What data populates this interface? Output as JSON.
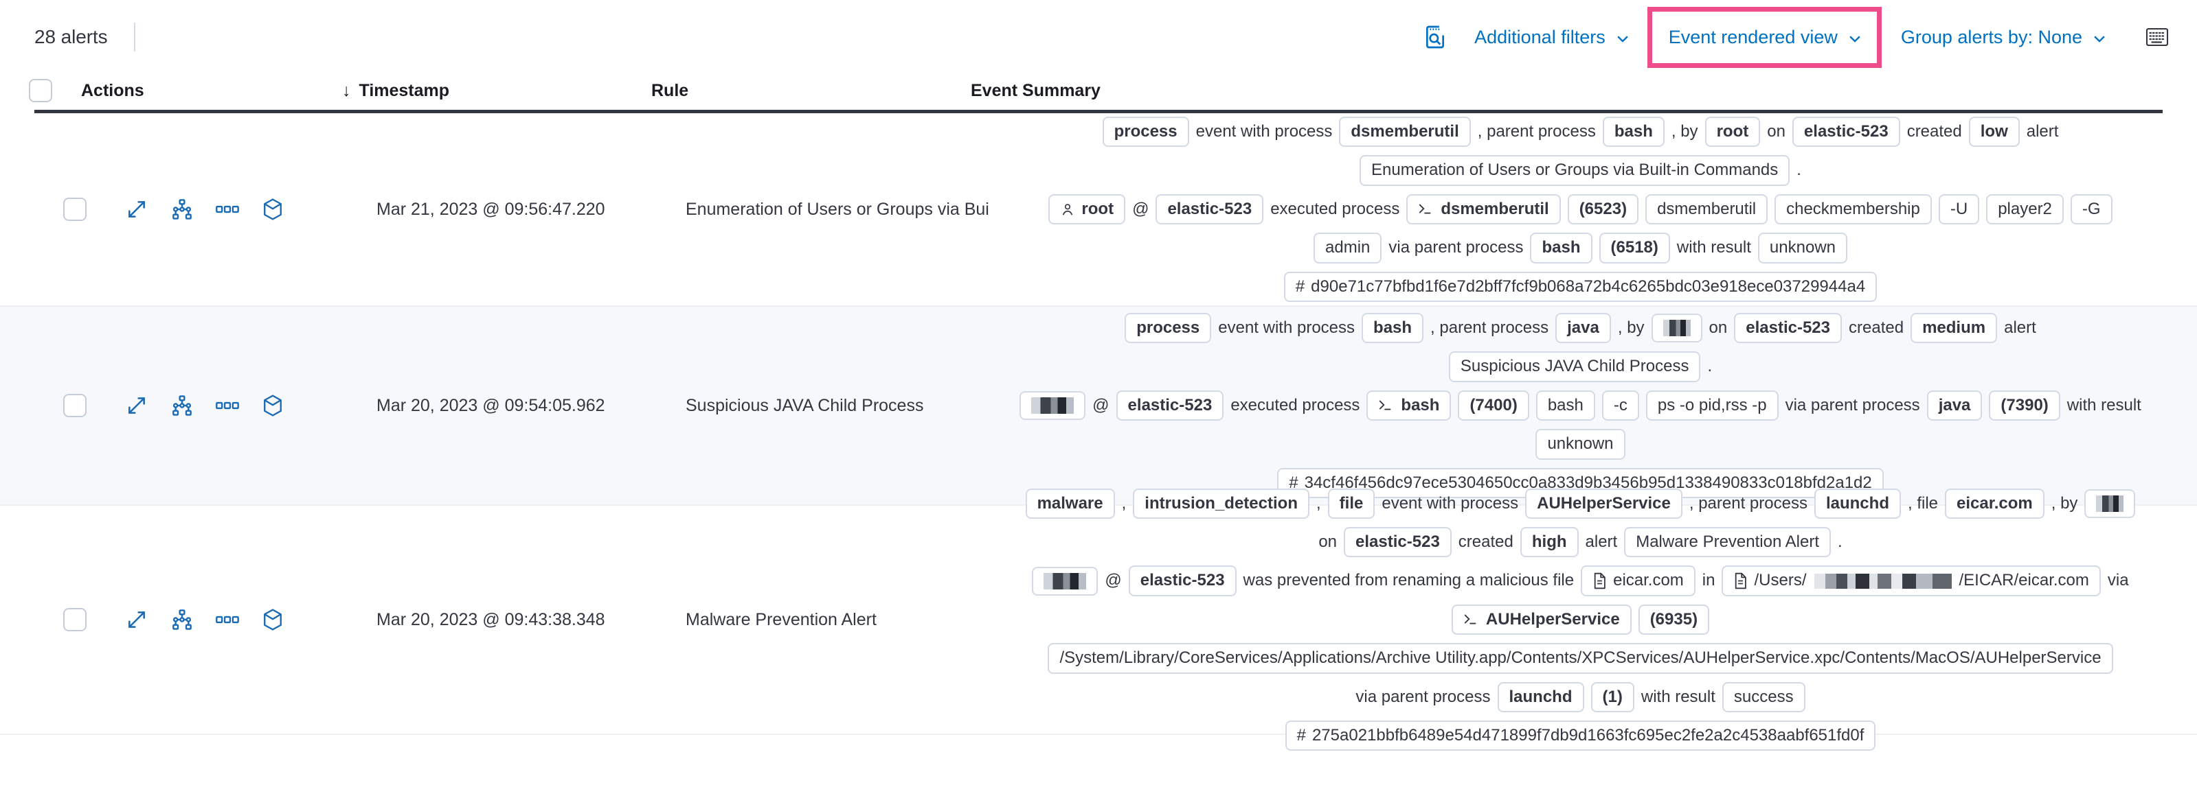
{
  "toolbar": {
    "alerts_count": "28 alerts",
    "inspect_icon": "inspect-icon",
    "additional_filters": "Additional filters",
    "event_rendered_view": "Event rendered view",
    "group_alerts_by": "Group alerts by: None",
    "keyboard_icon": "keyboard-shortcuts-icon",
    "highlight_color": "#ee4c8a",
    "link_color": "#0071c2"
  },
  "table": {
    "columns": {
      "actions": "Actions",
      "timestamp": "Timestamp",
      "timestamp_sort": "↓",
      "rule": "Rule",
      "event_summary": "Event Summary"
    },
    "rows": [
      {
        "timestamp": "Mar 21, 2023 @ 09:56:47.220",
        "rule": "Enumeration of Users or Groups via Bui",
        "lines": [
          [
            {
              "t": "chip",
              "v": "process",
              "b": true
            },
            {
              "t": "txt",
              "v": "event with process"
            },
            {
              "t": "chip",
              "v": "dsmemberutil",
              "b": true
            },
            {
              "t": "txt",
              "v": ", parent process"
            },
            {
              "t": "chip",
              "v": "bash",
              "b": true
            },
            {
              "t": "txt",
              "v": ", by"
            },
            {
              "t": "chip",
              "v": "root",
              "b": true
            },
            {
              "t": "txt",
              "v": "on"
            },
            {
              "t": "chip",
              "v": "elastic-523",
              "b": true
            },
            {
              "t": "txt",
              "v": "created"
            },
            {
              "t": "chip",
              "v": "low",
              "b": true
            },
            {
              "t": "txt",
              "v": "alert"
            }
          ],
          [
            {
              "t": "chip",
              "v": "Enumeration of Users or Groups via Built-in Commands"
            },
            {
              "t": "txt",
              "v": "."
            }
          ],
          [
            {
              "t": "chip",
              "v": "root",
              "icon": "user-icon",
              "b": true
            },
            {
              "t": "txt",
              "v": "@"
            },
            {
              "t": "chip",
              "v": "elastic-523",
              "b": true
            },
            {
              "t": "txt",
              "v": "executed process"
            },
            {
              "t": "chip",
              "v": "dsmemberutil",
              "icon": "console-icon",
              "b": true
            },
            {
              "t": "chip",
              "v": "(6523)",
              "b": true
            },
            {
              "t": "chip",
              "v": "dsmemberutil"
            },
            {
              "t": "chip",
              "v": "checkmembership"
            },
            {
              "t": "chip",
              "v": "-U"
            },
            {
              "t": "chip",
              "v": "player2"
            },
            {
              "t": "chip",
              "v": "-G"
            }
          ],
          [
            {
              "t": "chip",
              "v": "admin"
            },
            {
              "t": "txt",
              "v": "via parent process"
            },
            {
              "t": "chip",
              "v": "bash",
              "b": true
            },
            {
              "t": "chip",
              "v": "(6518)",
              "b": true
            },
            {
              "t": "txt",
              "v": "with result"
            },
            {
              "t": "chip",
              "v": "unknown"
            }
          ],
          [
            {
              "t": "chip",
              "v": "d90e71c77bfbd1f6e7d2bff7fcf9b068a72b4c6265bdc03e918ece03729944a4",
              "icon": "hash-icon"
            }
          ]
        ]
      },
      {
        "timestamp": "Mar 20, 2023 @ 09:54:05.962",
        "rule": "Suspicious JAVA Child Process",
        "lines": [
          [
            {
              "t": "chip",
              "v": "process",
              "b": true
            },
            {
              "t": "txt",
              "v": "event with process"
            },
            {
              "t": "chip",
              "v": "bash",
              "b": true
            },
            {
              "t": "txt",
              "v": ", parent process"
            },
            {
              "t": "chip",
              "v": "java",
              "b": true
            },
            {
              "t": "txt",
              "v": ", by"
            },
            {
              "t": "chip",
              "v": "",
              "redact": "r3"
            },
            {
              "t": "txt",
              "v": "on"
            },
            {
              "t": "chip",
              "v": "elastic-523",
              "b": true
            },
            {
              "t": "txt",
              "v": "created"
            },
            {
              "t": "chip",
              "v": "medium",
              "b": true
            },
            {
              "t": "txt",
              "v": "alert"
            }
          ],
          [
            {
              "t": "chip",
              "v": "Suspicious JAVA Child Process"
            },
            {
              "t": "txt",
              "v": "."
            }
          ],
          [
            {
              "t": "chip",
              "v": "",
              "redact": "r2"
            },
            {
              "t": "txt",
              "v": "@"
            },
            {
              "t": "chip",
              "v": "elastic-523",
              "b": true
            },
            {
              "t": "txt",
              "v": "executed process"
            },
            {
              "t": "chip",
              "v": "bash",
              "icon": "console-icon",
              "b": true
            },
            {
              "t": "chip",
              "v": "(7400)",
              "b": true
            },
            {
              "t": "chip",
              "v": "bash"
            },
            {
              "t": "chip",
              "v": "-c"
            },
            {
              "t": "chip",
              "v": "ps -o pid,rss -p"
            },
            {
              "t": "txt",
              "v": "via parent process"
            },
            {
              "t": "chip",
              "v": "java",
              "b": true
            },
            {
              "t": "chip",
              "v": "(7390)",
              "b": true
            },
            {
              "t": "txt",
              "v": "with result"
            }
          ],
          [
            {
              "t": "chip",
              "v": "unknown"
            }
          ],
          [
            {
              "t": "chip",
              "v": "34cf46f456dc97ece5304650cc0a833d9b3456b95d1338490833c018bfd2a1d2",
              "icon": "hash-icon"
            }
          ]
        ]
      },
      {
        "timestamp": "Mar 20, 2023 @ 09:43:38.348",
        "rule": "Malware Prevention Alert",
        "lines": [
          [
            {
              "t": "chip",
              "v": "malware",
              "b": true
            },
            {
              "t": "txt",
              "v": ","
            },
            {
              "t": "chip",
              "v": "intrusion_detection",
              "b": true
            },
            {
              "t": "txt",
              "v": ","
            },
            {
              "t": "chip",
              "v": "file",
              "b": true
            },
            {
              "t": "txt",
              "v": "event with process"
            },
            {
              "t": "chip",
              "v": "AUHelperService",
              "b": true
            },
            {
              "t": "txt",
              "v": ", parent process"
            },
            {
              "t": "chip",
              "v": "launchd",
              "b": true
            },
            {
              "t": "txt",
              "v": ", file"
            },
            {
              "t": "chip",
              "v": "eicar.com",
              "b": true
            },
            {
              "t": "txt",
              "v": ", by"
            },
            {
              "t": "chip",
              "v": "",
              "redact": "r3"
            }
          ],
          [
            {
              "t": "txt",
              "v": "on"
            },
            {
              "t": "chip",
              "v": "elastic-523",
              "b": true
            },
            {
              "t": "txt",
              "v": "created"
            },
            {
              "t": "chip",
              "v": "high",
              "b": true
            },
            {
              "t": "txt",
              "v": "alert"
            },
            {
              "t": "chip",
              "v": "Malware Prevention Alert"
            },
            {
              "t": "txt",
              "v": "."
            }
          ],
          [
            {
              "t": "chip",
              "v": "",
              "redact": "r2"
            },
            {
              "t": "txt",
              "v": "@"
            },
            {
              "t": "chip",
              "v": "elastic-523",
              "b": true
            },
            {
              "t": "txt",
              "v": "was prevented from renaming a malicious file"
            },
            {
              "t": "chip",
              "v": "eicar.com",
              "icon": "file-icon"
            },
            {
              "t": "txt",
              "v": "in"
            },
            {
              "t": "chip",
              "v": "/Users/",
              "suffix": "/EICAR/eicar.com",
              "icon": "file-icon",
              "redact_inline": true
            },
            {
              "t": "txt",
              "v": "via"
            }
          ],
          [
            {
              "t": "chip",
              "v": "AUHelperService",
              "icon": "console-icon",
              "b": true
            },
            {
              "t": "chip",
              "v": "(6935)",
              "b": true
            }
          ],
          [
            {
              "t": "chip",
              "v": "/System/Library/CoreServices/Applications/Archive Utility.app/Contents/XPCServices/AUHelperService.xpc/Contents/MacOS/AUHelperService"
            }
          ],
          [
            {
              "t": "txt",
              "v": "via parent process"
            },
            {
              "t": "chip",
              "v": "launchd",
              "b": true
            },
            {
              "t": "chip",
              "v": "(1)",
              "b": true
            },
            {
              "t": "txt",
              "v": "with result"
            },
            {
              "t": "chip",
              "v": "success"
            }
          ],
          [
            {
              "t": "chip",
              "v": "275a021bbfb6489e54d471899f7db9d1663fc695ec2fe2a2c4538aabf651fd0f",
              "icon": "hash-icon"
            }
          ]
        ]
      }
    ],
    "row_actions": [
      "expand-icon",
      "analyze-event-icon",
      "more-actions-icon",
      "session-view-icon"
    ]
  }
}
